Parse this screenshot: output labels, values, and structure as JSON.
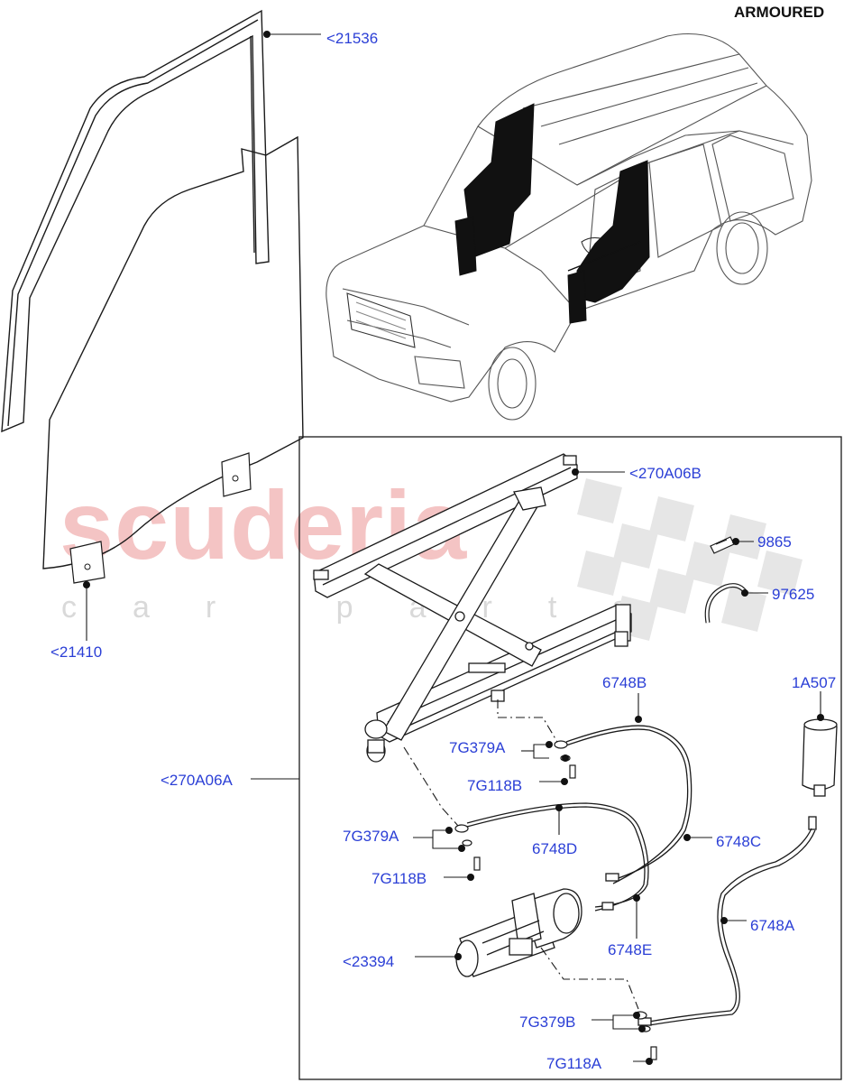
{
  "diagram": {
    "variant_tag": "ARMOURED",
    "watermark": {
      "brand": "scuderia",
      "sub": "car parts"
    },
    "parts": {
      "p21536": "<21536",
      "p21410": "<21410",
      "p270A06B": "<270A06B",
      "p9865": "9865",
      "p97625": "97625",
      "p270A06A": "<270A06A",
      "p6748B": "6748B",
      "p1A507": "1A507",
      "p7G379A_1": "7G379A",
      "p7G118B_1": "7G118B",
      "p7G379A_2": "7G379A",
      "p6748D": "6748D",
      "p6748C": "6748C",
      "p7G118B_2": "7G118B",
      "p6748E": "6748E",
      "p6748A": "6748A",
      "p23394": "<23394",
      "p7G379B": "7G379B",
      "p7G118A": "7G118A"
    },
    "colors": {
      "label": "#2b3fd6",
      "line": "#1a1a1a",
      "watermark_red": "#f4c4c4",
      "watermark_grey": "#d9d9d9"
    }
  }
}
